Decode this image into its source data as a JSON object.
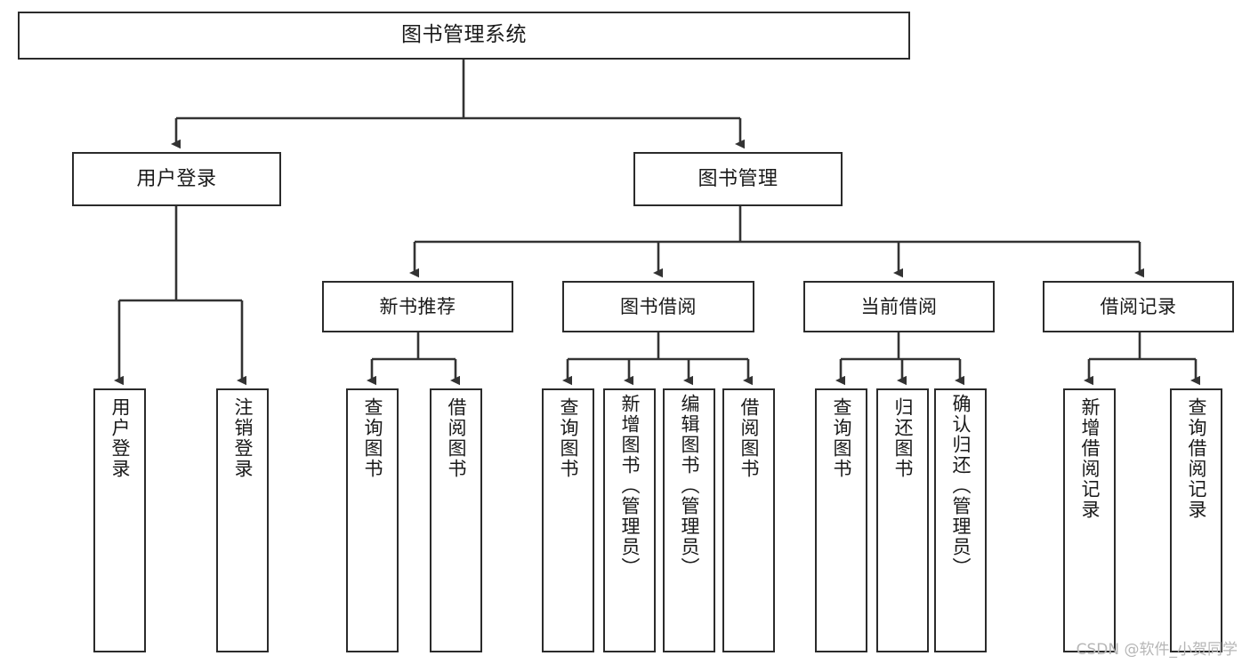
{
  "diagram": {
    "title": "图书管理系统",
    "type": "tree-hierarchy-chart",
    "watermark": "CSDN @软件_小贺同学",
    "colors": {
      "border": "#2b2b2b",
      "fill": "#ffffff",
      "text": "#1a1a1a",
      "connector": "#333333",
      "watermark": "#b6b6b6"
    },
    "nodes": {
      "root": {
        "label": "图书管理系统"
      },
      "level1": [
        {
          "label": "用户登录"
        },
        {
          "label": "图书管理"
        }
      ],
      "level2": [
        {
          "label": "新书推荐"
        },
        {
          "label": "图书借阅"
        },
        {
          "label": "当前借阅"
        },
        {
          "label": "借阅记录"
        }
      ],
      "leaves": {
        "user_login": [
          {
            "label": "用户登录"
          },
          {
            "label": "注销登录"
          }
        ],
        "new_book_recommend": [
          {
            "label": "查询图书"
          },
          {
            "label": "借阅图书"
          }
        ],
        "book_borrow": [
          {
            "label": "查询图书"
          },
          {
            "label": "新增图书（管理员）"
          },
          {
            "label": "编辑图书（管理员）"
          },
          {
            "label": "借阅图书"
          }
        ],
        "current_borrow": [
          {
            "label": "查询图书"
          },
          {
            "label": "归还图书"
          },
          {
            "label": "确认归还（管理员）"
          }
        ],
        "borrow_record": [
          {
            "label": "新增借阅记录"
          },
          {
            "label": "查询借阅记录"
          }
        ]
      }
    }
  }
}
